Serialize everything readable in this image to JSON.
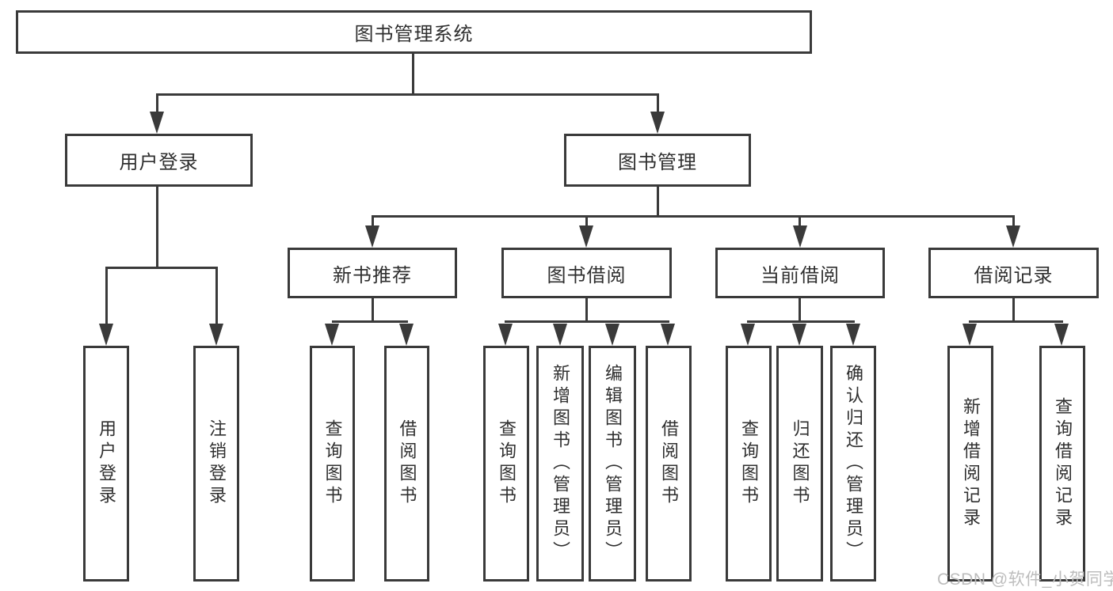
{
  "diagram": {
    "title": "图书管理系统",
    "level2": [
      {
        "label": "用户登录"
      },
      {
        "label": "图书管理"
      }
    ],
    "level3": [
      {
        "label": "新书推荐",
        "parent": "图书管理"
      },
      {
        "label": "图书借阅",
        "parent": "图书管理"
      },
      {
        "label": "当前借阅",
        "parent": "图书管理"
      },
      {
        "label": "借阅记录",
        "parent": "图书管理"
      }
    ],
    "leaves": [
      {
        "label": "用户登录",
        "parent": "用户登录"
      },
      {
        "label": "注销登录",
        "parent": "用户登录"
      },
      {
        "label": "查询图书",
        "parent": "新书推荐"
      },
      {
        "label": "借阅图书",
        "parent": "新书推荐"
      },
      {
        "label": "查询图书",
        "parent": "图书借阅"
      },
      {
        "label": "新增图书（管理员）",
        "parent": "图书借阅"
      },
      {
        "label": "编辑图书（管理员）",
        "parent": "图书借阅"
      },
      {
        "label": "借阅图书",
        "parent": "图书借阅"
      },
      {
        "label": "查询图书",
        "parent": "当前借阅"
      },
      {
        "label": "归还图书",
        "parent": "当前借阅"
      },
      {
        "label": "确认归还（管理员）",
        "parent": "当前借阅"
      },
      {
        "label": "新增借阅记录",
        "parent": "借阅记录"
      },
      {
        "label": "查询借阅记录",
        "parent": "借阅记录"
      }
    ]
  },
  "watermark": {
    "text": "CSDN @软件_小贺同学",
    "color": "#bdbdbd"
  },
  "colors": {
    "line": "#3a3a3a",
    "box_border": "#3a3a3a",
    "text": "#2f2f2f",
    "background": "#ffffff"
  }
}
